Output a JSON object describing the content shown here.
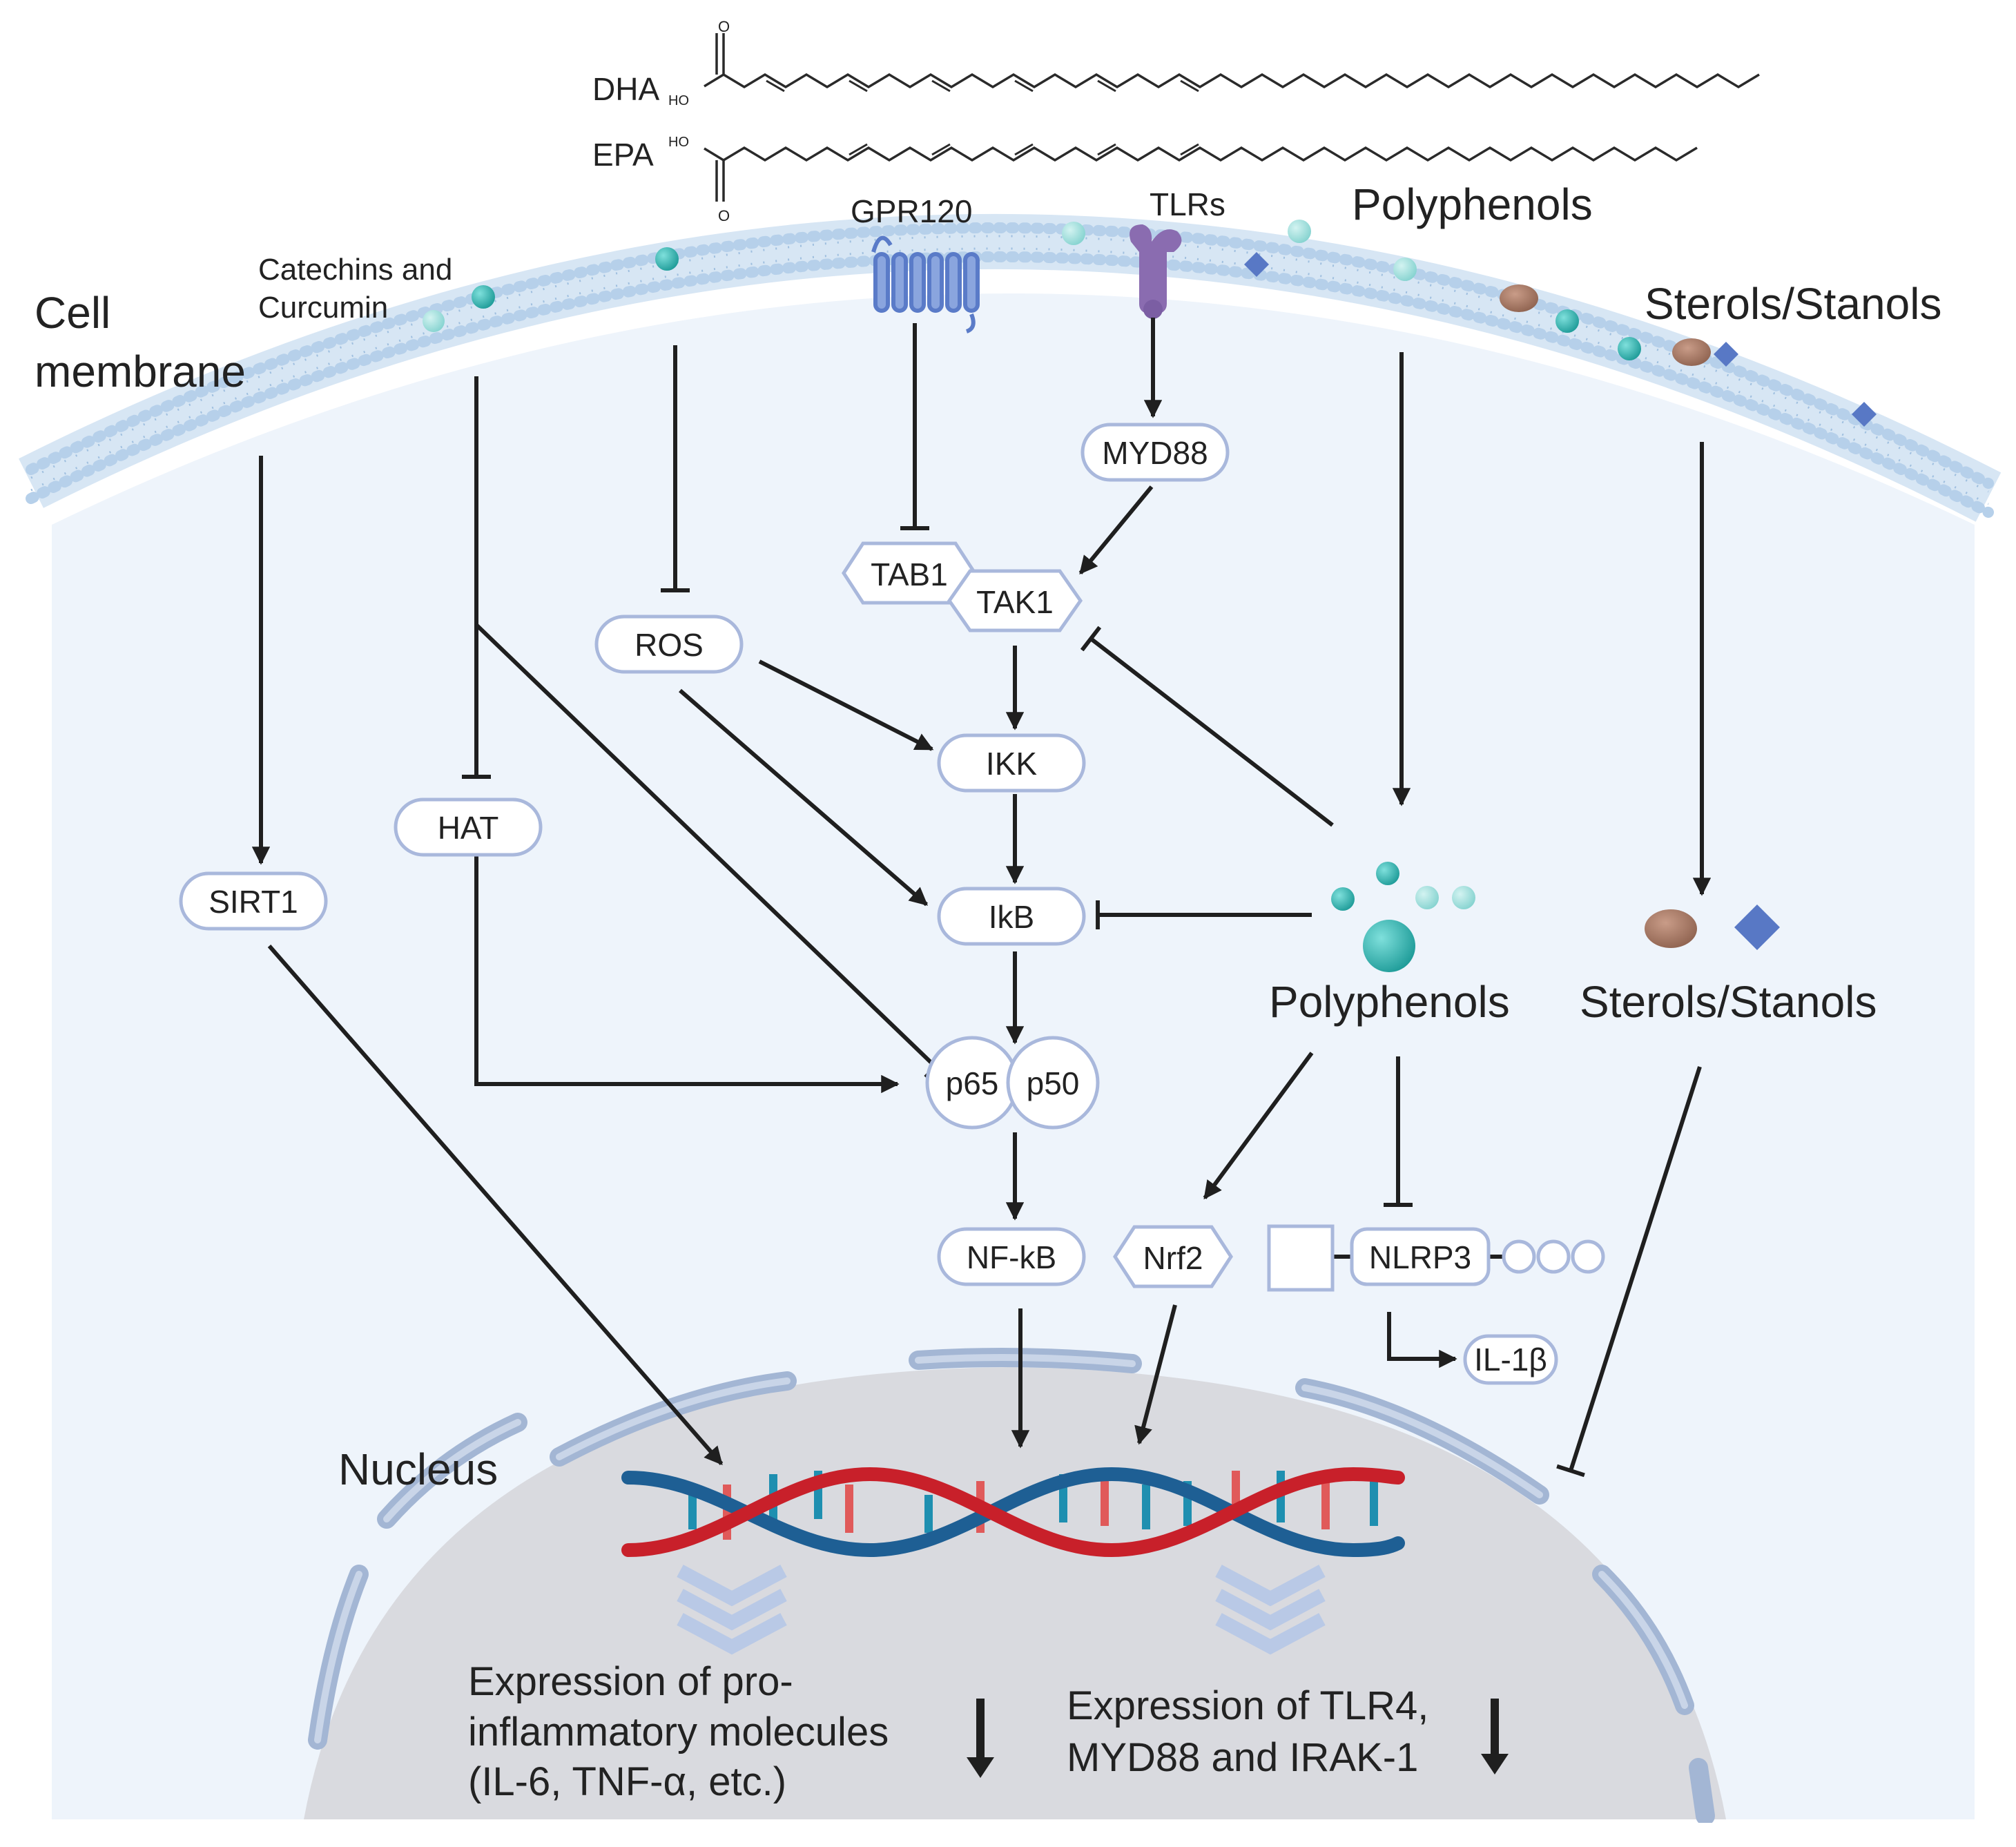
{
  "labels": {
    "dha": "DHA",
    "epa": "EPA",
    "ho": "HO",
    "o": "O",
    "gpr120": "GPR120",
    "tlrs": "TLRs",
    "polyphenols_top": "Polyphenols",
    "sterols_top": "Sterols/Stanols",
    "catechins_line1": "Catechins and",
    "catechins_line2": "Curcumin",
    "cell_line1": "Cell",
    "cell_line2": "membrane",
    "nucleus": "Nucleus",
    "polyphenols_mid": "Polyphenols",
    "sterols_mid": "Sterols/Stanols"
  },
  "nodes": {
    "myd88": "MYD88",
    "tab1": "TAB1",
    "tak1": "TAK1",
    "ros": "ROS",
    "ikk": "IKK",
    "ikb": "IkB",
    "hat": "HAT",
    "sirt1": "SIRT1",
    "p65": "p65",
    "p50": "p50",
    "nfkb": "NF-kB",
    "nrf2": "Nrf2",
    "nlrp3": "NLRP3",
    "il1b": "IL-1β"
  },
  "outcomes": {
    "left_line1": "Expression of pro-",
    "left_line2": "inflammatory molecules",
    "left_line3": "(IL-6, TNF-α, etc.)",
    "right_line1": "Expression of TLR4,",
    "right_line2": "MYD88 and IRAK-1"
  },
  "colors": {
    "cytoplasm": "#eef4fb",
    "membrane_head": "#b8d2ea",
    "nucleus": "#d9dadf",
    "nuclear_envelope": "#a3b6d4",
    "node_stroke": "#a9b8dc",
    "teal": "#37b6b3",
    "teal_light": "#8fd8d6",
    "sterol_brown": "#a67966",
    "sterol_blue": "#5878c5",
    "dna_red": "#c8202a",
    "dna_blue": "#1e5f94",
    "gpr120": "#5a7bc8",
    "tlr": "#8a6cb0"
  }
}
